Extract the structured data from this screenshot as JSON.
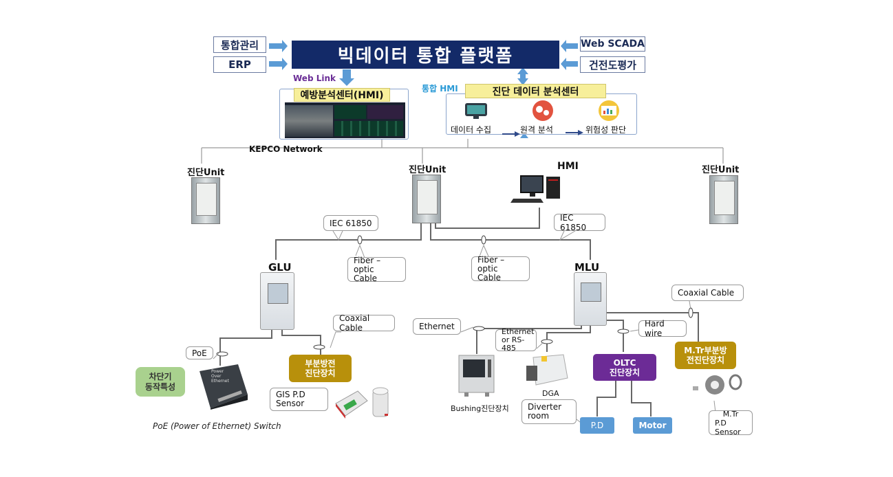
{
  "header": {
    "title": "빅데이터 통합 플랫폼",
    "left_inputs": [
      "통합관리",
      "ERP"
    ],
    "right_inputs": [
      "Web SCADA",
      "건전도평가"
    ]
  },
  "links": {
    "web_link": "Web Link",
    "hmi_link": "통합 HMI",
    "network": "KEPCO  Network"
  },
  "hmi_center": {
    "title": "예방분석센터(HMI)"
  },
  "diag_center": {
    "title": "진단 데이터 분석센터",
    "steps": [
      "데이터 수집",
      "원격 분석",
      "위험성 판단"
    ]
  },
  "units": {
    "left": "진단Unit",
    "center": "진단Unit",
    "right": "진단Unit",
    "hmi": "HMI"
  },
  "protocols": {
    "left": "IEC 61850",
    "right": "IEC 61850"
  },
  "cables": {
    "fiber_left": [
      "Fiber –optic",
      "Cable"
    ],
    "fiber_right": [
      "Fiber –optic",
      "Cable"
    ],
    "coax_glu": "Coaxial   Cable",
    "coax_mlu": "Coaxial   Cable",
    "ethernet": "Ethernet",
    "ethernet_rs": [
      "Ethernet",
      "or RS-485"
    ],
    "hard_wire": "Hard wire",
    "poe": "PoE"
  },
  "glu": {
    "label": "GLU",
    "breaker": [
      "차단기",
      "동작특성"
    ],
    "pd_device": [
      "부분방전",
      "진단장치"
    ],
    "gis_sensor": [
      "GIS   P.D",
      "Sensor"
    ],
    "poe_switch": "PoE  (Power  of  Ethernet)  Switch",
    "switch_text": [
      "Power",
      "Over",
      "Ethernet"
    ]
  },
  "mlu": {
    "label": "MLU",
    "bushing": "Bushing진단장치",
    "dga": "DGA",
    "oltc": [
      "OLTC",
      "진단장치"
    ],
    "mtr_device": [
      "M.Tr부분방",
      "전진단장치"
    ],
    "diverter": [
      "Diverter",
      "room"
    ],
    "pd": "P.D",
    "motor": "Motor",
    "mtr_sensor": [
      "M.Tr",
      "P.D   Sensor"
    ]
  },
  "colors": {
    "title_bg": "#132a68",
    "arrow": "#5b9bd5",
    "gold": "#b8900b",
    "purple": "#6c2b96"
  }
}
